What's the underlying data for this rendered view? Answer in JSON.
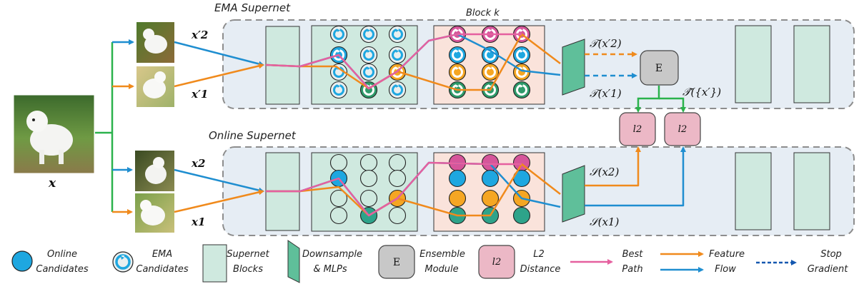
{
  "titles": {
    "ema": "EMA Supernet",
    "online": "Online Supernet",
    "block": "Block k"
  },
  "input": {
    "label": "x",
    "ema_view_2": "x′2",
    "ema_view_1": "x′1",
    "online_view_2": "x2",
    "online_view_1": "x1"
  },
  "outputs": {
    "t_x2": "𝒯(x′2)",
    "t_x1": "𝒯(x′1)",
    "t_ens": "𝒯̂({x′})",
    "s_x2": "𝒮(x2)",
    "s_x1": "𝒮(x1)",
    "ensemble": "E",
    "l2_left": "l2",
    "l2_right": "l2"
  },
  "legend": {
    "online_candidates": [
      "Online",
      "Candidates"
    ],
    "ema_candidates": [
      "EMA",
      "Candidates"
    ],
    "supernet_blocks": [
      "Supernet",
      "Blocks"
    ],
    "downsample": [
      "Downsample",
      "& MLPs"
    ],
    "ensemble_mark": "E",
    "ensemble": [
      "Ensemble",
      "Module"
    ],
    "l2_mark": "l2",
    "l2": [
      "L2",
      "Distance"
    ],
    "best_path": [
      "Best",
      "Path"
    ],
    "feature_flow": [
      "Feature",
      "Flow"
    ],
    "stop_gradient": [
      "Stop",
      "Gradient"
    ]
  },
  "colors": {
    "online_candidate": "#1ea7e0",
    "ema_candidate": "#1ea7e0",
    "ema_row_colors": [
      "#d6559a",
      "#1ea7e0",
      "#f5a623",
      "#2e9a6a"
    ],
    "supernet_block": "#cfe9df",
    "downsample": "#5fbf9a",
    "ensemble_module": "#c8c8c8",
    "l2_box": "#ecb8c6",
    "best_path": "#e5609f",
    "feature_flow_orange": "#f08a1c",
    "feature_flow_blue": "#1f8ed0",
    "ensemble_flow": "#2bb24c",
    "supernet_panel": "#e6edf4",
    "block_k_bg": "#fae3db"
  }
}
